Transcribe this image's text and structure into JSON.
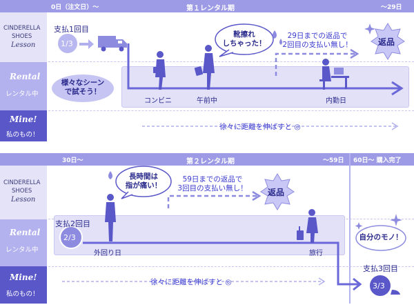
{
  "period1": {
    "start_label": "0日（注文日）〜",
    "title": "第１レンタル期",
    "end_label": "〜29日",
    "payment_label": "支払1回目",
    "payment_badge": "1/3",
    "bubble_rent": "様々なシーン\nで試そう！",
    "bubble_scuff": "靴擦れ\nしちゃった！",
    "note": "29日までの返品で\n2回目の支払い無し！",
    "return_label": "返品",
    "scene_labels": [
      "コンビニ",
      "午前中",
      "内勤日"
    ],
    "mine_text": "徐々に距離を伸ばすと ◎"
  },
  "period2": {
    "start_label": "30日〜",
    "title": "第２レンタル期",
    "end_label": "〜59日",
    "purchase_label": "60日〜 購入完了",
    "payment_label": "支払2回目",
    "payment_badge": "2/3",
    "bubble_pain": "長時間は\n指が痛い！",
    "note": "59日までの返品で\n3回目の支払い無し！",
    "return_label": "返品",
    "scene_labels": [
      "外回り日",
      "旅行"
    ],
    "mine_text": "徐々に距離を伸ばすと ◎",
    "bubble_mine": "自分のモノ！",
    "payment3_label": "支払3回目",
    "payment3_badge": "3/3"
  },
  "sidebar": {
    "brand_line1": "CINDERELLA",
    "brand_line2": "SHOES",
    "brand_script": "Lesson",
    "rental_script": "Rental",
    "rental_jp": "レンタル中",
    "mine_script": "Mine!",
    "mine_jp": "私のもの！"
  },
  "colors": {
    "header": "#9d9be6",
    "sidebar_light": "#e4e3f7",
    "sidebar_mid": "#b4b2ee",
    "sidebar_dark": "#5a57c8",
    "band": "#cdcbf4",
    "accent": "#6a67d8",
    "text": "#2a2a8c"
  }
}
